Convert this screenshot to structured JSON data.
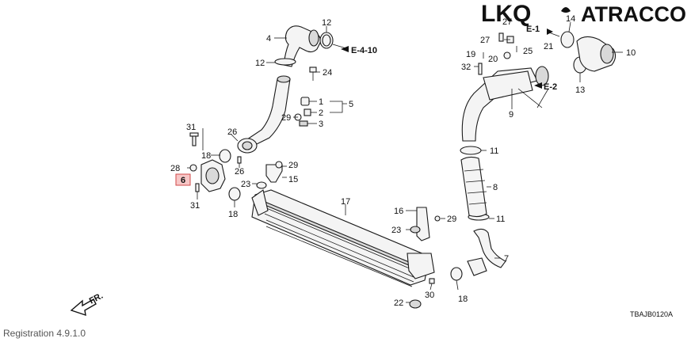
{
  "brand": {
    "logo_left": "LKQ",
    "logo_right": "ATRACCO"
  },
  "diagram_code": "TBAJB0120A",
  "front_marker": "FR.",
  "refs": {
    "e410": "E-4-10",
    "e1": "E-1",
    "e2": "E-2"
  },
  "highlighted_part": "6",
  "callouts": {
    "c1": "1",
    "c2": "2",
    "c3": "3",
    "c4": "4",
    "c5": "5",
    "c6": "6",
    "c7": "7",
    "c8": "8",
    "c9": "9",
    "c10": "10",
    "c11a": "11",
    "c11b": "11",
    "c12a": "12",
    "c12b": "12",
    "c13": "13",
    "c14": "14",
    "c15": "15",
    "c16": "16",
    "c17": "17",
    "c18a": "18",
    "c18b": "18",
    "c18c": "18",
    "c19": "19",
    "c20": "20",
    "c21": "21",
    "c22": "22",
    "c23a": "23",
    "c23b": "23",
    "c24": "24",
    "c25": "25",
    "c26a": "26",
    "c26b": "26",
    "c27a": "27",
    "c27b": "27",
    "c28": "28",
    "c29a": "29",
    "c29b": "29",
    "c29c": "29",
    "c30": "30",
    "c31a": "31",
    "c31b": "31",
    "c32": "32"
  },
  "footer": "Registration 4.9.1.0"
}
